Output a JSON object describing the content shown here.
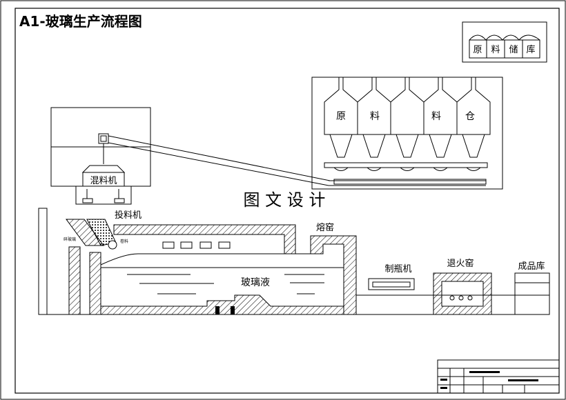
{
  "title": "A1-玻璃生产流程图",
  "legend_box": {
    "cells": [
      "原",
      "料",
      "储",
      "库"
    ]
  },
  "silo_labels": [
    "原",
    "料",
    "",
    "料",
    "仓"
  ],
  "watermark": "图 文 设 计",
  "mixer_label": "混料机",
  "feeder_label": "投料机",
  "cullet_label": "碎玻璃",
  "batch_label": "卷料",
  "furnace_label": "熔窑",
  "glass_liquid_label": "玻璃液",
  "bottle_machine_label": "制瓶机",
  "annealing_label": "退火窑",
  "warehouse_label": "成品库"
}
